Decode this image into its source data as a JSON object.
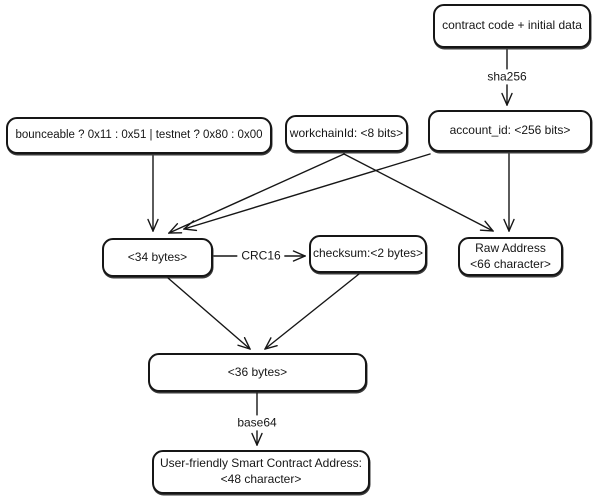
{
  "diagram": {
    "kind": "flowchart",
    "topic": "Smart contract address derivation",
    "nodes": {
      "contract_code": {
        "label": "contract code + initial data"
      },
      "bounceable_flags": {
        "label": "bounceable ? 0x11 : 0x51 | testnet ? 0x80 : 0x00"
      },
      "workchain_id": {
        "label": "workchainId: <8 bits>"
      },
      "account_id": {
        "label": "account_id: <256 bits>"
      },
      "bytes_34": {
        "label": "<34 bytes>"
      },
      "checksum": {
        "label": "checksum:<2 bytes>"
      },
      "raw_address": {
        "line1": "Raw Address",
        "line2": "<66 character>"
      },
      "bytes_36": {
        "label": "<36 bytes>"
      },
      "user_friendly_address": {
        "line1": "User-friendly Smart Contract Address:",
        "line2": "<48 character>"
      }
    },
    "edge_labels": {
      "sha256": "sha256",
      "crc16": "CRC16",
      "base64": "base64"
    },
    "edges": [
      {
        "from": "contract_code",
        "to": "account_id",
        "label": "sha256"
      },
      {
        "from": "bounceable_flags",
        "to": "bytes_34",
        "label": ""
      },
      {
        "from": "workchain_id",
        "to": "bytes_34",
        "label": ""
      },
      {
        "from": "workchain_id",
        "to": "raw_address",
        "label": ""
      },
      {
        "from": "account_id",
        "to": "bytes_34",
        "label": ""
      },
      {
        "from": "account_id",
        "to": "raw_address",
        "label": ""
      },
      {
        "from": "bytes_34",
        "to": "checksum",
        "label": "CRC16"
      },
      {
        "from": "bytes_34",
        "to": "bytes_36",
        "label": ""
      },
      {
        "from": "checksum",
        "to": "bytes_36",
        "label": ""
      },
      {
        "from": "bytes_36",
        "to": "user_friendly_address",
        "label": "base64"
      }
    ],
    "colors": {
      "stroke": "#161616",
      "text": "#161616",
      "node_background": "#ffffff",
      "canvas_background": "#ffffff"
    }
  }
}
